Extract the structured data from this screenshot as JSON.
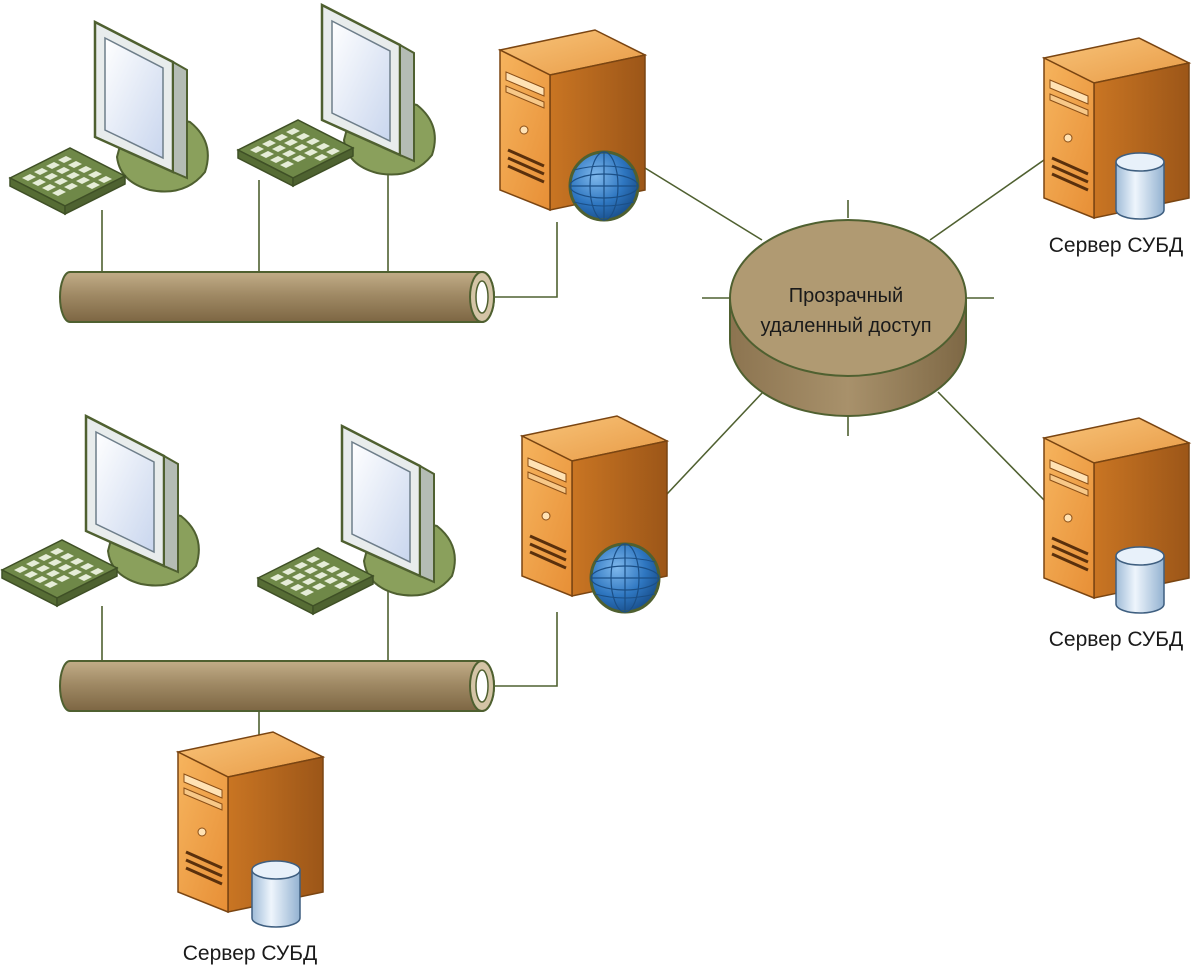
{
  "hub": {
    "label_line1": "Прозрачный",
    "label_line2": "удаленный доступ"
  },
  "db_servers": [
    {
      "label": "Сервер СУБД"
    },
    {
      "label": "Сервер СУБД"
    },
    {
      "label": "Сервер СУБД"
    }
  ],
  "colors": {
    "line": "#4f6030",
    "pipe": "#a08a65",
    "pipe_dark": "#7d6643",
    "hub_top": "#b09a72",
    "server_front": "#f0a04a",
    "server_side": "#b8651e",
    "monitor": "#8aa05c",
    "globe": "#2e76c0",
    "db": "#cfe0f0"
  },
  "icons": {
    "workstation": "workstation-icon",
    "web_server": "web-server-icon",
    "db_server": "database-server-icon",
    "network_bus": "network-bus-icon",
    "hub": "network-cloud-icon"
  }
}
